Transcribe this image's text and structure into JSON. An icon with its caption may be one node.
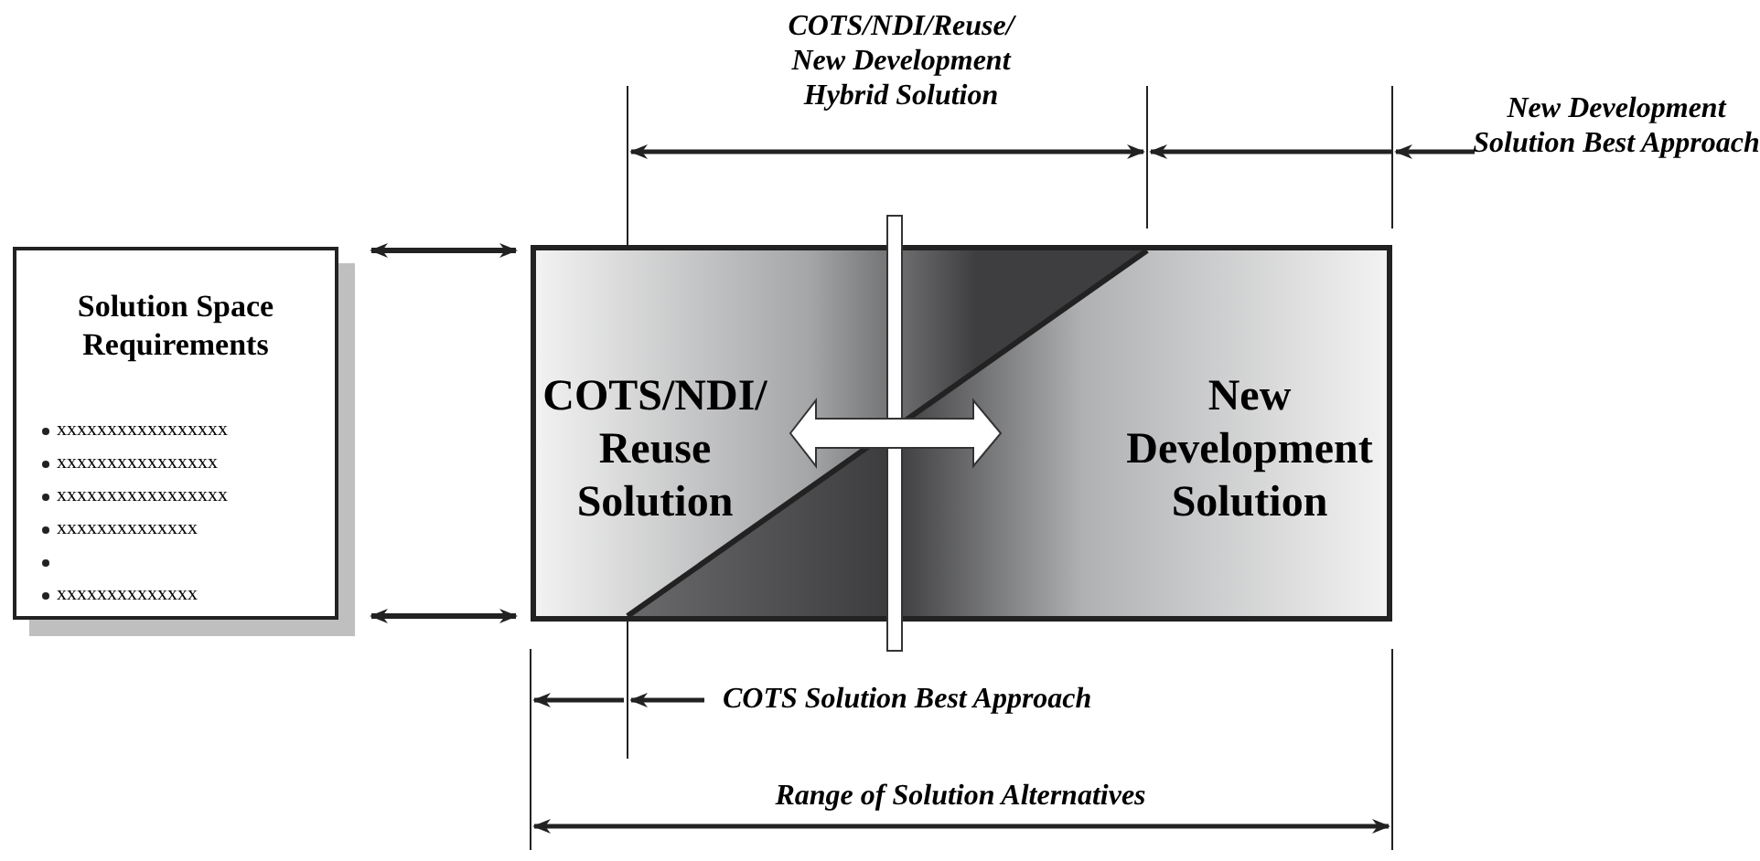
{
  "diagram": {
    "nodes": [
      {
        "text": [
          "Solution Space Requirements",
          "xxxxxxxxxxxxxxxxx",
          "xxxxxxxxxxxxxxxx",
          "xxxxxxxxxxxxxxxxx",
          "xxxxxxxxxxxxxx",
          "xxxxxxxxxxxxxx"
        ]
      },
      {
        "text": [
          "COTS/NDI/ Reuse Solution",
          "New Development Solution"
        ]
      }
    ],
    "edges": [
      {
        "from": 0,
        "to": 1,
        "arrow": "both"
      },
      {
        "from": 0,
        "to": 1,
        "arrow": "both"
      }
    ],
    "labels": [
      "COTS/NDI/Reuse/ New Development Hybrid Solution",
      "New Development Solution Best Approach",
      "COTS Solution Best Approach",
      "Range of Solution Alternatives"
    ]
  }
}
